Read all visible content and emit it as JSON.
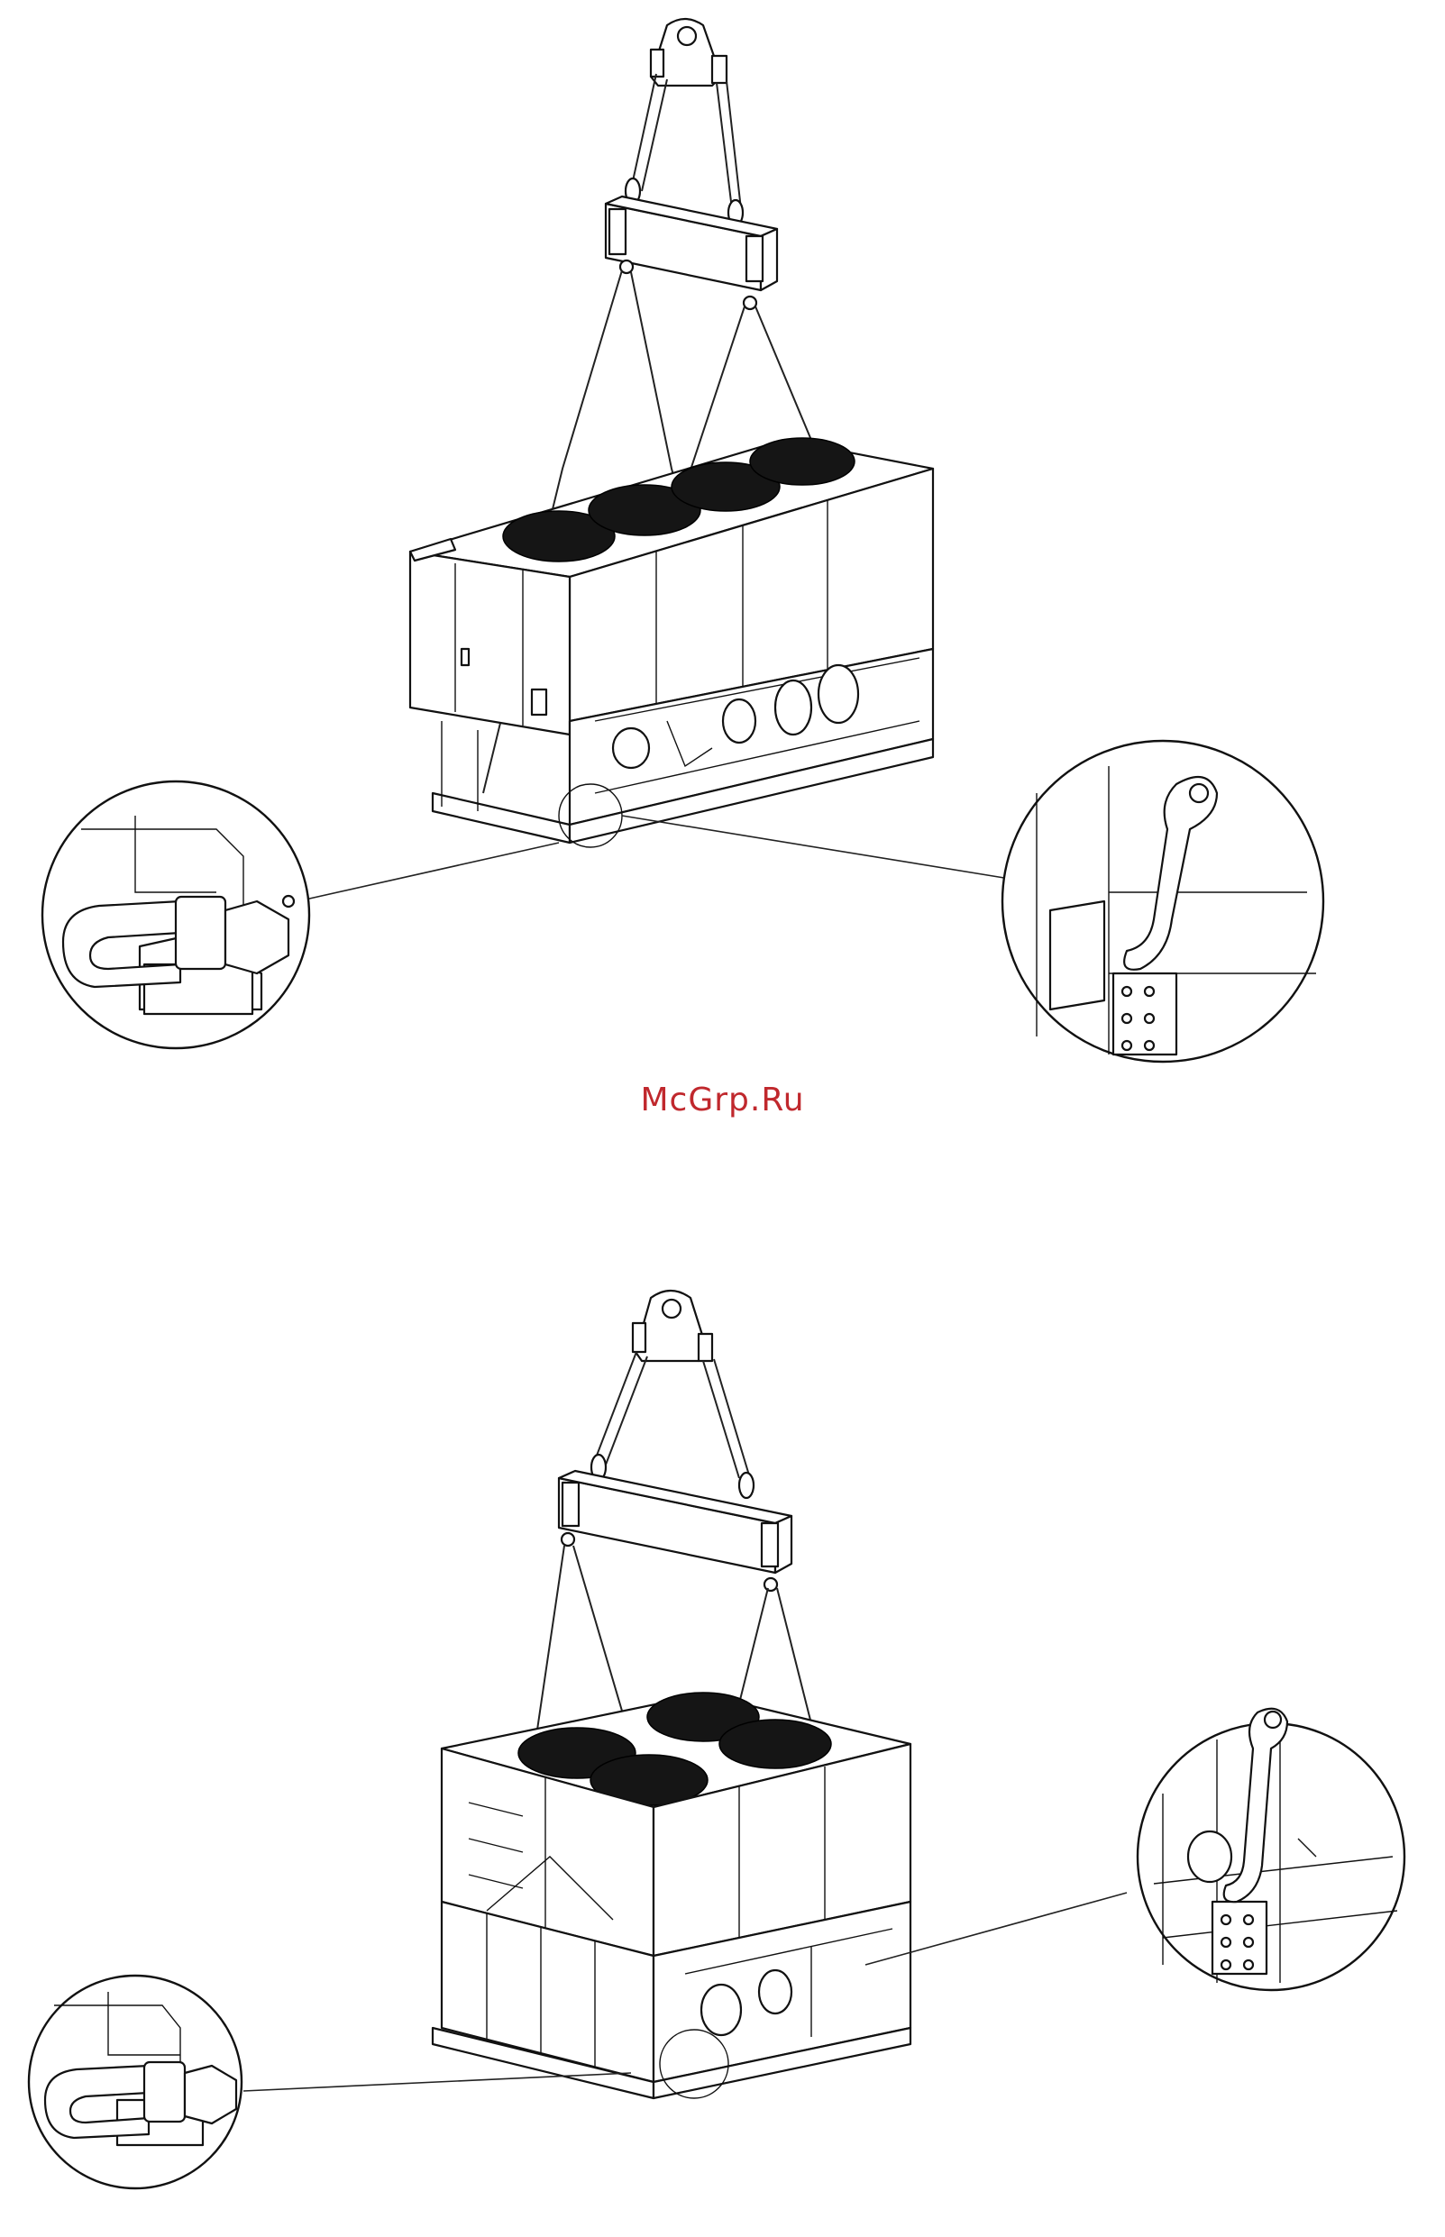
{
  "watermark": {
    "text": "McGrp.Ru",
    "color": "#c0282d"
  },
  "figures": [
    {
      "id": "top",
      "description_icon": "lifting-beam-chiller-icon",
      "detail_views": [
        "shackle-pin-detail",
        "hook-detail"
      ]
    },
    {
      "id": "bottom",
      "description_icon": "lifting-beam-chiller-icon",
      "detail_views": [
        "shackle-pin-detail",
        "hook-detail"
      ]
    }
  ]
}
